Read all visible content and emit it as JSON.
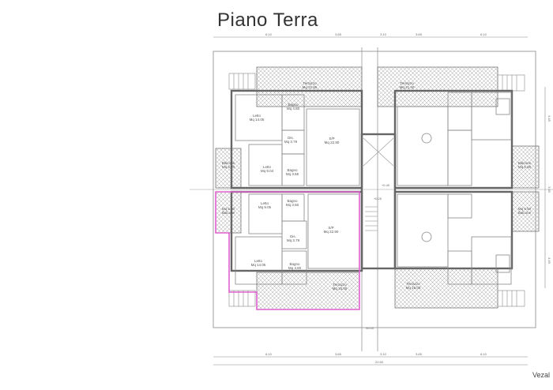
{
  "title": "Piano Terra",
  "signature": "Vezal",
  "highlight_color": "#e060d0",
  "rooms": {
    "terrazzo_top_left": {
      "name": "Terrazzo",
      "area": "Mq 21.65"
    },
    "terrazzo_top_right": {
      "name": "Terrazzo",
      "area": "Mq 21.40"
    },
    "letto_1": {
      "name": "Letto",
      "area": "Mq 14.05"
    },
    "bagno_1": {
      "name": "Bagno",
      "area": "Mq 4.80"
    },
    "dis_1": {
      "name": "Dis.",
      "area": "Mq 3.79"
    },
    "sp_1": {
      "name": "S/P",
      "area": "Mq 22.90"
    },
    "letto_2": {
      "name": "Letto",
      "area": "Mq 9.04"
    },
    "bagno_2": {
      "name": "Bagno",
      "area": "Mq 3.65"
    },
    "balcone_1": {
      "name": "Balcone",
      "area": "Mq 5.50"
    },
    "balcone_2": {
      "name": "Balcone",
      "area": "Mq 5.50"
    },
    "letto_3": {
      "name": "Letto",
      "area": "Mq 9.05"
    },
    "bagno_3": {
      "name": "Bagno",
      "area": "Mq 3.60"
    },
    "dis_2": {
      "name": "Dis.",
      "area": "Mq 3.79"
    },
    "sp_2": {
      "name": "S/P",
      "area": "Mq 22.90"
    },
    "letto_4": {
      "name": "Letto",
      "area": "Mq 14.05"
    },
    "bagno_4": {
      "name": "Bagno",
      "area": "Mq 4.60"
    },
    "terrazzo_bottom_left": {
      "name": "Terrazzo",
      "area": "Mq 15.05"
    },
    "terrazzo_bottom_right": {
      "name": "Terrazzo",
      "area": "Mq 15.05"
    },
    "balcone_right_top": {
      "name": "Balcone",
      "area": "Mq 5.50"
    },
    "balcone_right_bottom": {
      "name": "Balcone",
      "area": "Mq 5.50"
    }
  },
  "levels": {
    "center": "+0.40",
    "center_low": "+0.20",
    "ground": "±0.00"
  },
  "dimensions": {
    "top": [
      "6.10",
      "3.65",
      "3.10",
      "3.65",
      "6.10"
    ],
    "bottom": [
      "6.10",
      "3.65",
      "3.10",
      "3.65",
      "6.10"
    ],
    "bottom_total": "22.60",
    "right": [
      "4.45",
      "3.60",
      "4.45"
    ]
  }
}
